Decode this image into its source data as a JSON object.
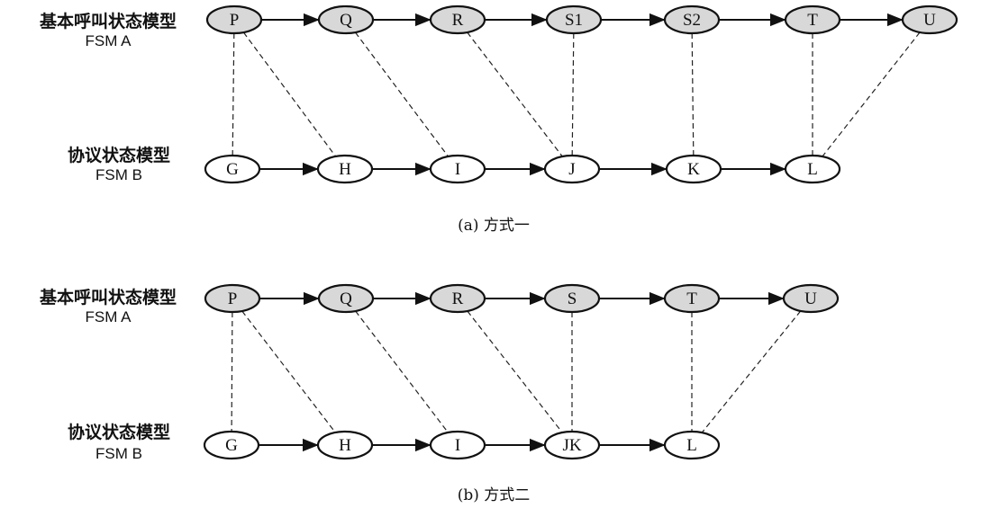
{
  "colors": {
    "shaded": "#d8d8d8",
    "plain": "#ffffff",
    "ink": "#111111"
  },
  "diagrams": [
    {
      "fsm_a_label": "基本呼叫状态模型",
      "fsm_a_sub": "FSM A",
      "fsm_b_label": "协议状态模型",
      "fsm_b_sub": "FSM B",
      "caption": "(a)  方式一",
      "top_nodes": [
        "P",
        "Q",
        "R",
        "S1",
        "S2",
        "T",
        "U"
      ],
      "bottom_nodes": [
        "G",
        "H",
        "I",
        "J",
        "K",
        "L"
      ],
      "mappings": [
        [
          "P",
          "G"
        ],
        [
          "P",
          "H"
        ],
        [
          "Q",
          "I"
        ],
        [
          "R",
          "J"
        ],
        [
          "S1",
          "J"
        ],
        [
          "S2",
          "K"
        ],
        [
          "T",
          "L"
        ],
        [
          "U",
          "L"
        ]
      ]
    },
    {
      "fsm_a_label": "基本呼叫状态模型",
      "fsm_a_sub": "FSM A",
      "fsm_b_label": "协议状态模型",
      "fsm_b_sub": "FSM B",
      "caption": "(b)  方式二",
      "top_nodes": [
        "P",
        "Q",
        "R",
        "S",
        "T",
        "U"
      ],
      "bottom_nodes": [
        "G",
        "H",
        "I",
        "JK",
        "L"
      ],
      "mappings": [
        [
          "P",
          "G"
        ],
        [
          "P",
          "H"
        ],
        [
          "Q",
          "I"
        ],
        [
          "R",
          "JK"
        ],
        [
          "S",
          "JK"
        ],
        [
          "T",
          "L"
        ],
        [
          "U",
          "L"
        ]
      ]
    }
  ]
}
